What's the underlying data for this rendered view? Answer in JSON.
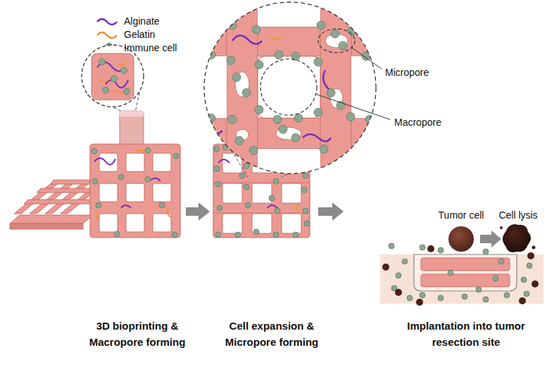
{
  "diagram": {
    "labels": [
      "Micropore",
      "Macropore",
      "Tumor cell",
      "Cell lysis",
      "3D bioprinting & Macropore forming",
      "Cell expansion & Micropore forming",
      "Implantation into tumor resection site"
    ],
    "legend": [
      {
        "text": "Alginate"
      },
      {
        "text": "Gelatin"
      },
      {
        "text": "Immune cell"
      }
    ]
  }
}
